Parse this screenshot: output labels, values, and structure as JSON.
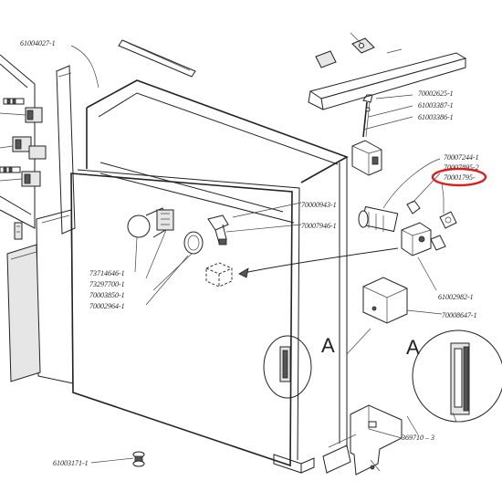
{
  "callouts": {
    "c61004027": "61004027-1",
    "c70002625": "70002625-1",
    "c61003387": "61003387-1",
    "c61003386": "61003386-1",
    "c70007244": "70007244-1",
    "c70007895": "70007895-2",
    "c70001795": "70001795-",
    "c70000943": "70000943-1",
    "c70007946": "70007946-1",
    "c73714646": "73714646-1",
    "c73297700": "73297700-1",
    "c70003850": "70003850-1",
    "c70002964": "70002964-1",
    "c61002982": "61002982-1",
    "c70008647": "70008647-1",
    "c369710": "369710 – 3",
    "c61003171": "61003171-1"
  },
  "detail_marks": {
    "door_detail": "A",
    "zoom_detail": "A"
  },
  "highlight": {
    "target": "70001795-",
    "color": "#d61f1f"
  }
}
